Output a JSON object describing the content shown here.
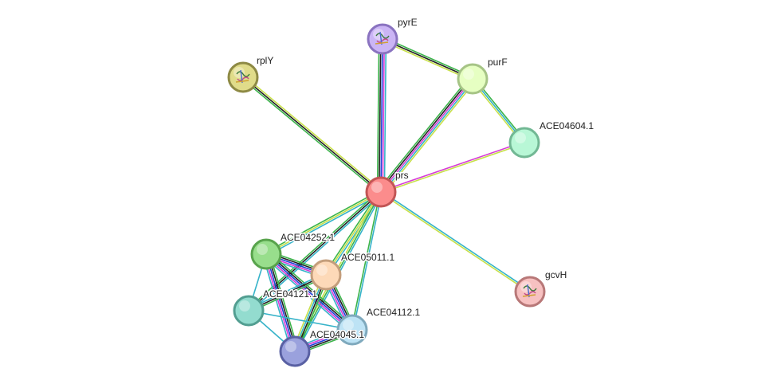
{
  "network": {
    "nodes": [
      {
        "id": "prs",
        "label": "prs",
        "fill": "#fb8c8c",
        "stroke": "#c25555",
        "icon": "none"
      },
      {
        "id": "pyrE",
        "label": "pyrE",
        "fill": "#cbb5f5",
        "stroke": "#8a73c0",
        "icon": "protein-structure-icon"
      },
      {
        "id": "purF",
        "label": "purF",
        "fill": "#e6ffc2",
        "stroke": "#a6c486",
        "icon": "none"
      },
      {
        "id": "rplY",
        "label": "rplY",
        "fill": "#e0dc8a",
        "stroke": "#8e8a45",
        "icon": "protein-structure-icon"
      },
      {
        "id": "ACE04604.1",
        "label": "ACE04604.1",
        "fill": "#b8f7d6",
        "stroke": "#72b894",
        "icon": "none"
      },
      {
        "id": "gcvH",
        "label": "gcvH",
        "fill": "#f7c1c1",
        "stroke": "#b87878",
        "icon": "protein-structure-icon"
      },
      {
        "id": "ACE04252.1",
        "label": "ACE04252.1",
        "fill": "#98de8c",
        "stroke": "#58a34c",
        "icon": "none"
      },
      {
        "id": "ACE05011.1",
        "label": "ACE05011.1",
        "fill": "#fdd9b8",
        "stroke": "#c49e7c",
        "icon": "none"
      },
      {
        "id": "ACE04121.1",
        "label": "ACE04121.1",
        "fill": "#93dccf",
        "stroke": "#529e91",
        "icon": "none"
      },
      {
        "id": "ACE04112.1",
        "label": "ACE04112.1",
        "fill": "#bde3f5",
        "stroke": "#7fa9bd",
        "icon": "none"
      },
      {
        "id": "ACE04045.1",
        "label": "ACE04045.1",
        "fill": "#9aa1dd",
        "stroke": "#5960a3",
        "icon": "none"
      }
    ],
    "edges": [
      {
        "source": "prs",
        "target": "pyrE",
        "colors": [
          "#3cb44b",
          "#222222",
          "#1e3fd8",
          "#d63cd6",
          "#36b3c9"
        ]
      },
      {
        "source": "prs",
        "target": "purF",
        "colors": [
          "#3cb44b",
          "#222222",
          "#d63cd6",
          "#36b3c9",
          "#c8e04a"
        ]
      },
      {
        "source": "prs",
        "target": "rplY",
        "colors": [
          "#3cb44b",
          "#222222",
          "#c8e04a"
        ]
      },
      {
        "source": "prs",
        "target": "ACE04604.1",
        "colors": [
          "#d63cd6",
          "#c8e04a"
        ]
      },
      {
        "source": "prs",
        "target": "gcvH",
        "colors": [
          "#36b3c9",
          "#c8e04a"
        ]
      },
      {
        "source": "pyrE",
        "target": "purF",
        "colors": [
          "#3cb44b",
          "#222222",
          "#c8e04a"
        ]
      },
      {
        "source": "purF",
        "target": "ACE04604.1",
        "colors": [
          "#3cb44b",
          "#36b3c9",
          "#c8e04a"
        ]
      },
      {
        "source": "prs",
        "target": "ACE04252.1",
        "colors": [
          "#36b3c9",
          "#c8e04a",
          "#3cb44b"
        ]
      },
      {
        "source": "prs",
        "target": "ACE05011.1",
        "colors": [
          "#36b3c9",
          "#c8e04a",
          "#3cb44b"
        ]
      },
      {
        "source": "prs",
        "target": "ACE04121.1",
        "colors": [
          "#36b3c9",
          "#222222",
          "#3cb44b"
        ]
      },
      {
        "source": "prs",
        "target": "ACE04112.1",
        "colors": [
          "#36b3c9",
          "#3cb44b"
        ]
      },
      {
        "source": "prs",
        "target": "ACE04045.1",
        "colors": [
          "#36b3c9",
          "#3cb44b",
          "#c8e04a"
        ]
      },
      {
        "source": "ACE04252.1",
        "target": "ACE05011.1",
        "colors": [
          "#3cb44b",
          "#222222",
          "#1e3fd8",
          "#d63cd6",
          "#36b3c9"
        ]
      },
      {
        "source": "ACE04252.1",
        "target": "ACE04121.1",
        "colors": [
          "#36b3c9"
        ]
      },
      {
        "source": "ACE04252.1",
        "target": "ACE04112.1",
        "colors": [
          "#3cb44b",
          "#222222",
          "#1e3fd8",
          "#d63cd6",
          "#36b3c9"
        ]
      },
      {
        "source": "ACE04252.1",
        "target": "ACE04045.1",
        "colors": [
          "#3cb44b",
          "#222222",
          "#1e3fd8",
          "#d63cd6",
          "#36b3c9"
        ]
      },
      {
        "source": "ACE05011.1",
        "target": "ACE04121.1",
        "colors": [
          "#3cb44b",
          "#222222",
          "#36b3c9"
        ]
      },
      {
        "source": "ACE05011.1",
        "target": "ACE04112.1",
        "colors": [
          "#3cb44b",
          "#222222",
          "#1e3fd8",
          "#d63cd6",
          "#36b3c9"
        ]
      },
      {
        "source": "ACE05011.1",
        "target": "ACE04045.1",
        "colors": [
          "#3cb44b",
          "#222222",
          "#36b3c9",
          "#c8e04a"
        ]
      },
      {
        "source": "ACE04121.1",
        "target": "ACE04112.1",
        "colors": [
          "#36b3c9"
        ]
      },
      {
        "source": "ACE04121.1",
        "target": "ACE04045.1",
        "colors": [
          "#36b3c9"
        ]
      },
      {
        "source": "ACE04112.1",
        "target": "ACE04045.1",
        "colors": [
          "#3cb44b",
          "#222222",
          "#1e3fd8",
          "#d63cd6",
          "#36b3c9"
        ]
      }
    ]
  }
}
